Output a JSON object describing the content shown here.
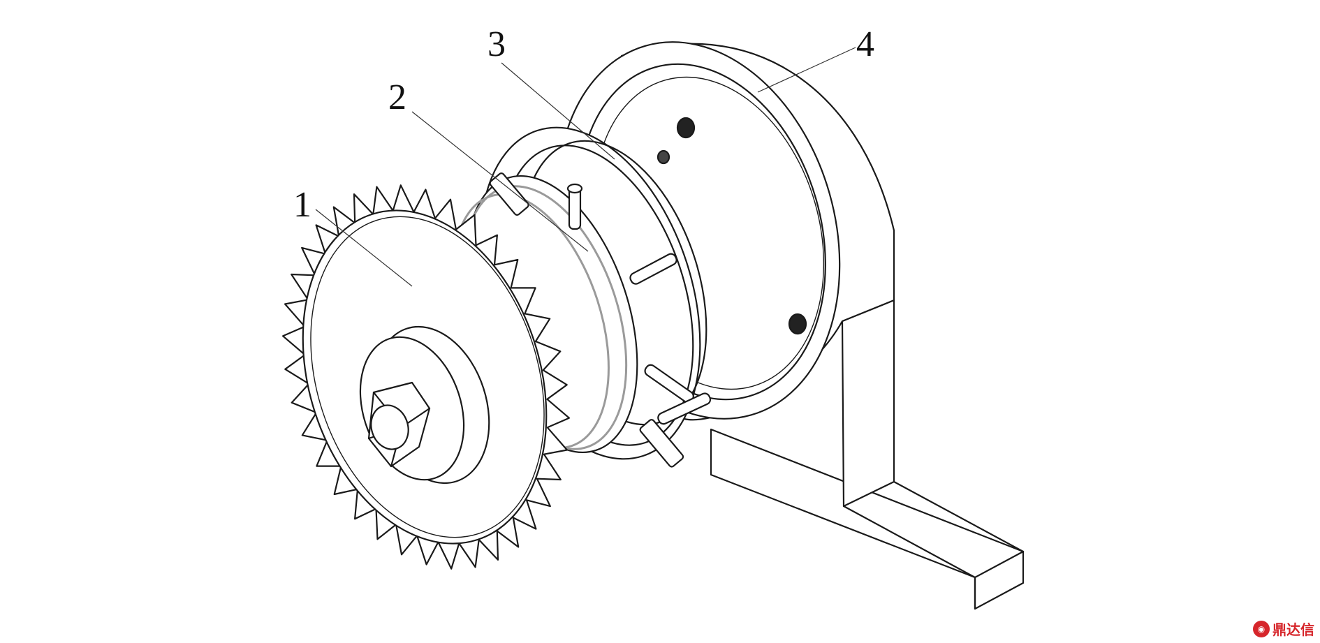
{
  "callouts": [
    {
      "id": "1",
      "label": "1"
    },
    {
      "id": "2",
      "label": "2"
    },
    {
      "id": "3",
      "label": "3"
    },
    {
      "id": "4",
      "label": "4"
    }
  ],
  "watermark": {
    "text": "鼎达信"
  }
}
